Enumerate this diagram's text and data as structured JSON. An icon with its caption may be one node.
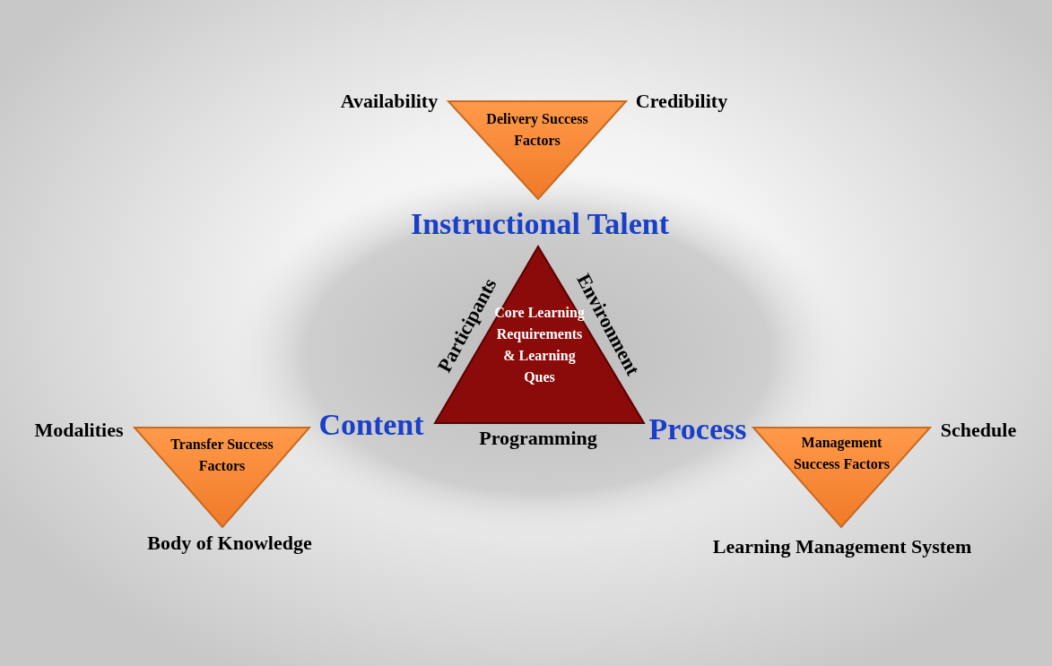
{
  "diagram": {
    "nodes": [
      {
        "text": [
          "Delivery Success Factors"
        ]
      },
      {
        "text": [
          "Core Learning Requirements & Learning Ques"
        ]
      },
      {
        "text": [
          "Transfer Success Factors"
        ]
      },
      {
        "text": [
          "Management Success Factors"
        ]
      }
    ],
    "labels": [
      "Availability",
      "Credibility",
      "Instructional Talent",
      "Participants",
      "Environment",
      "Modalities",
      "Content",
      "Programming",
      "Process",
      "Schedule",
      "Body of Knowledge",
      "Learning Management System"
    ]
  }
}
